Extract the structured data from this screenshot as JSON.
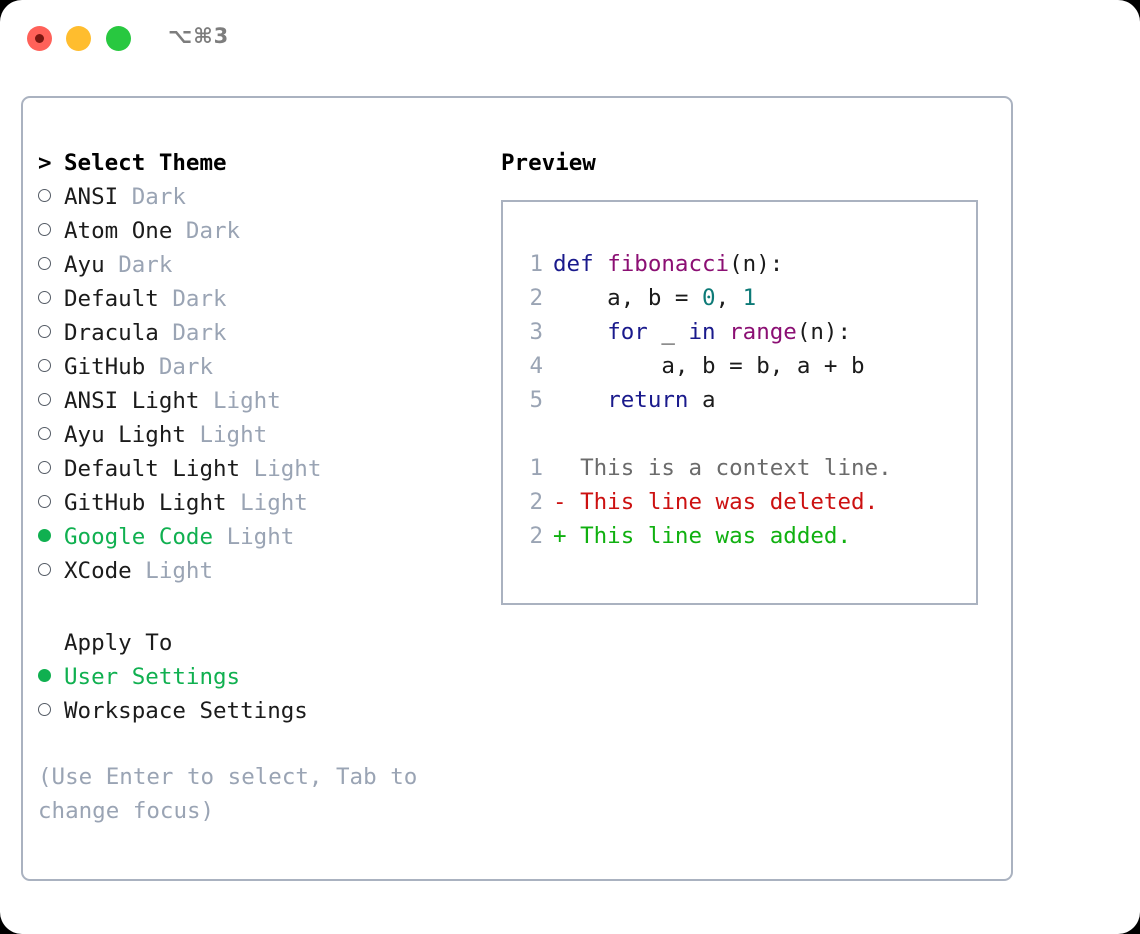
{
  "window": {
    "shortcut": "⌥⌘3",
    "traffic_lights": [
      {
        "name": "close-button",
        "color": "#ff6159"
      },
      {
        "name": "minimize-button",
        "color": "#ffbd2e"
      },
      {
        "name": "maximize-button",
        "color": "#28c840"
      }
    ]
  },
  "theme_list": {
    "heading_prefix": ">",
    "heading": "Select Theme",
    "items": [
      {
        "label": "ANSI",
        "tag": "Dark",
        "selected": false
      },
      {
        "label": "Atom One",
        "tag": "Dark",
        "selected": false
      },
      {
        "label": "Ayu",
        "tag": "Dark",
        "selected": false
      },
      {
        "label": "Default",
        "tag": "Dark",
        "selected": false
      },
      {
        "label": "Dracula",
        "tag": "Dark",
        "selected": false
      },
      {
        "label": "GitHub",
        "tag": "Dark",
        "selected": false
      },
      {
        "label": "ANSI Light",
        "tag": "Light",
        "selected": false
      },
      {
        "label": "Ayu Light",
        "tag": "Light",
        "selected": false
      },
      {
        "label": "Default Light",
        "tag": "Light",
        "selected": false
      },
      {
        "label": "GitHub Light",
        "tag": "Light",
        "selected": false
      },
      {
        "label": "Google Code",
        "tag": "Light",
        "selected": true
      },
      {
        "label": "XCode",
        "tag": "Light",
        "selected": false
      }
    ]
  },
  "apply_to": {
    "heading": "Apply To",
    "items": [
      {
        "label": "User Settings",
        "selected": true
      },
      {
        "label": "Workspace Settings",
        "selected": false
      }
    ]
  },
  "hint": "(Use Enter to select, Tab to change focus)",
  "preview": {
    "title": "Preview",
    "code_lines": [
      {
        "no": "1",
        "tokens": [
          {
            "t": "def ",
            "c": "kw"
          },
          {
            "t": "fibonacci",
            "c": "fn"
          },
          {
            "t": "(n):",
            "c": "plain"
          }
        ]
      },
      {
        "no": "2",
        "tokens": [
          {
            "t": "    a, b = ",
            "c": "plain"
          },
          {
            "t": "0",
            "c": "num"
          },
          {
            "t": ", ",
            "c": "plain"
          },
          {
            "t": "1",
            "c": "num"
          }
        ]
      },
      {
        "no": "3",
        "tokens": [
          {
            "t": "    ",
            "c": "plain"
          },
          {
            "t": "for",
            "c": "kw"
          },
          {
            "t": " _ ",
            "c": "plain"
          },
          {
            "t": "in",
            "c": "kw"
          },
          {
            "t": " ",
            "c": "plain"
          },
          {
            "t": "range",
            "c": "fn"
          },
          {
            "t": "(n):",
            "c": "plain"
          }
        ]
      },
      {
        "no": "4",
        "tokens": [
          {
            "t": "        a, b = b, a + b",
            "c": "plain"
          }
        ]
      },
      {
        "no": "5",
        "tokens": [
          {
            "t": "    ",
            "c": "plain"
          },
          {
            "t": "return",
            "c": "kw"
          },
          {
            "t": " a",
            "c": "plain"
          }
        ]
      }
    ],
    "diff_lines": [
      {
        "no": "1",
        "sign": " ",
        "text": "This is a context line.",
        "cls": "ctx"
      },
      {
        "no": "2",
        "sign": "-",
        "text": "This line was deleted.",
        "cls": "del"
      },
      {
        "no": "2",
        "sign": "+",
        "text": "This line was added.",
        "cls": "add"
      }
    ]
  },
  "colors": {
    "accent_green": "#10b050",
    "muted": "#9aa4b4",
    "border": "#aab2c0",
    "keyword": "#1a1a8c",
    "function": "#8b0f73",
    "number": "#0d7a77",
    "deleted": "#cc1111",
    "added": "#10b010"
  }
}
